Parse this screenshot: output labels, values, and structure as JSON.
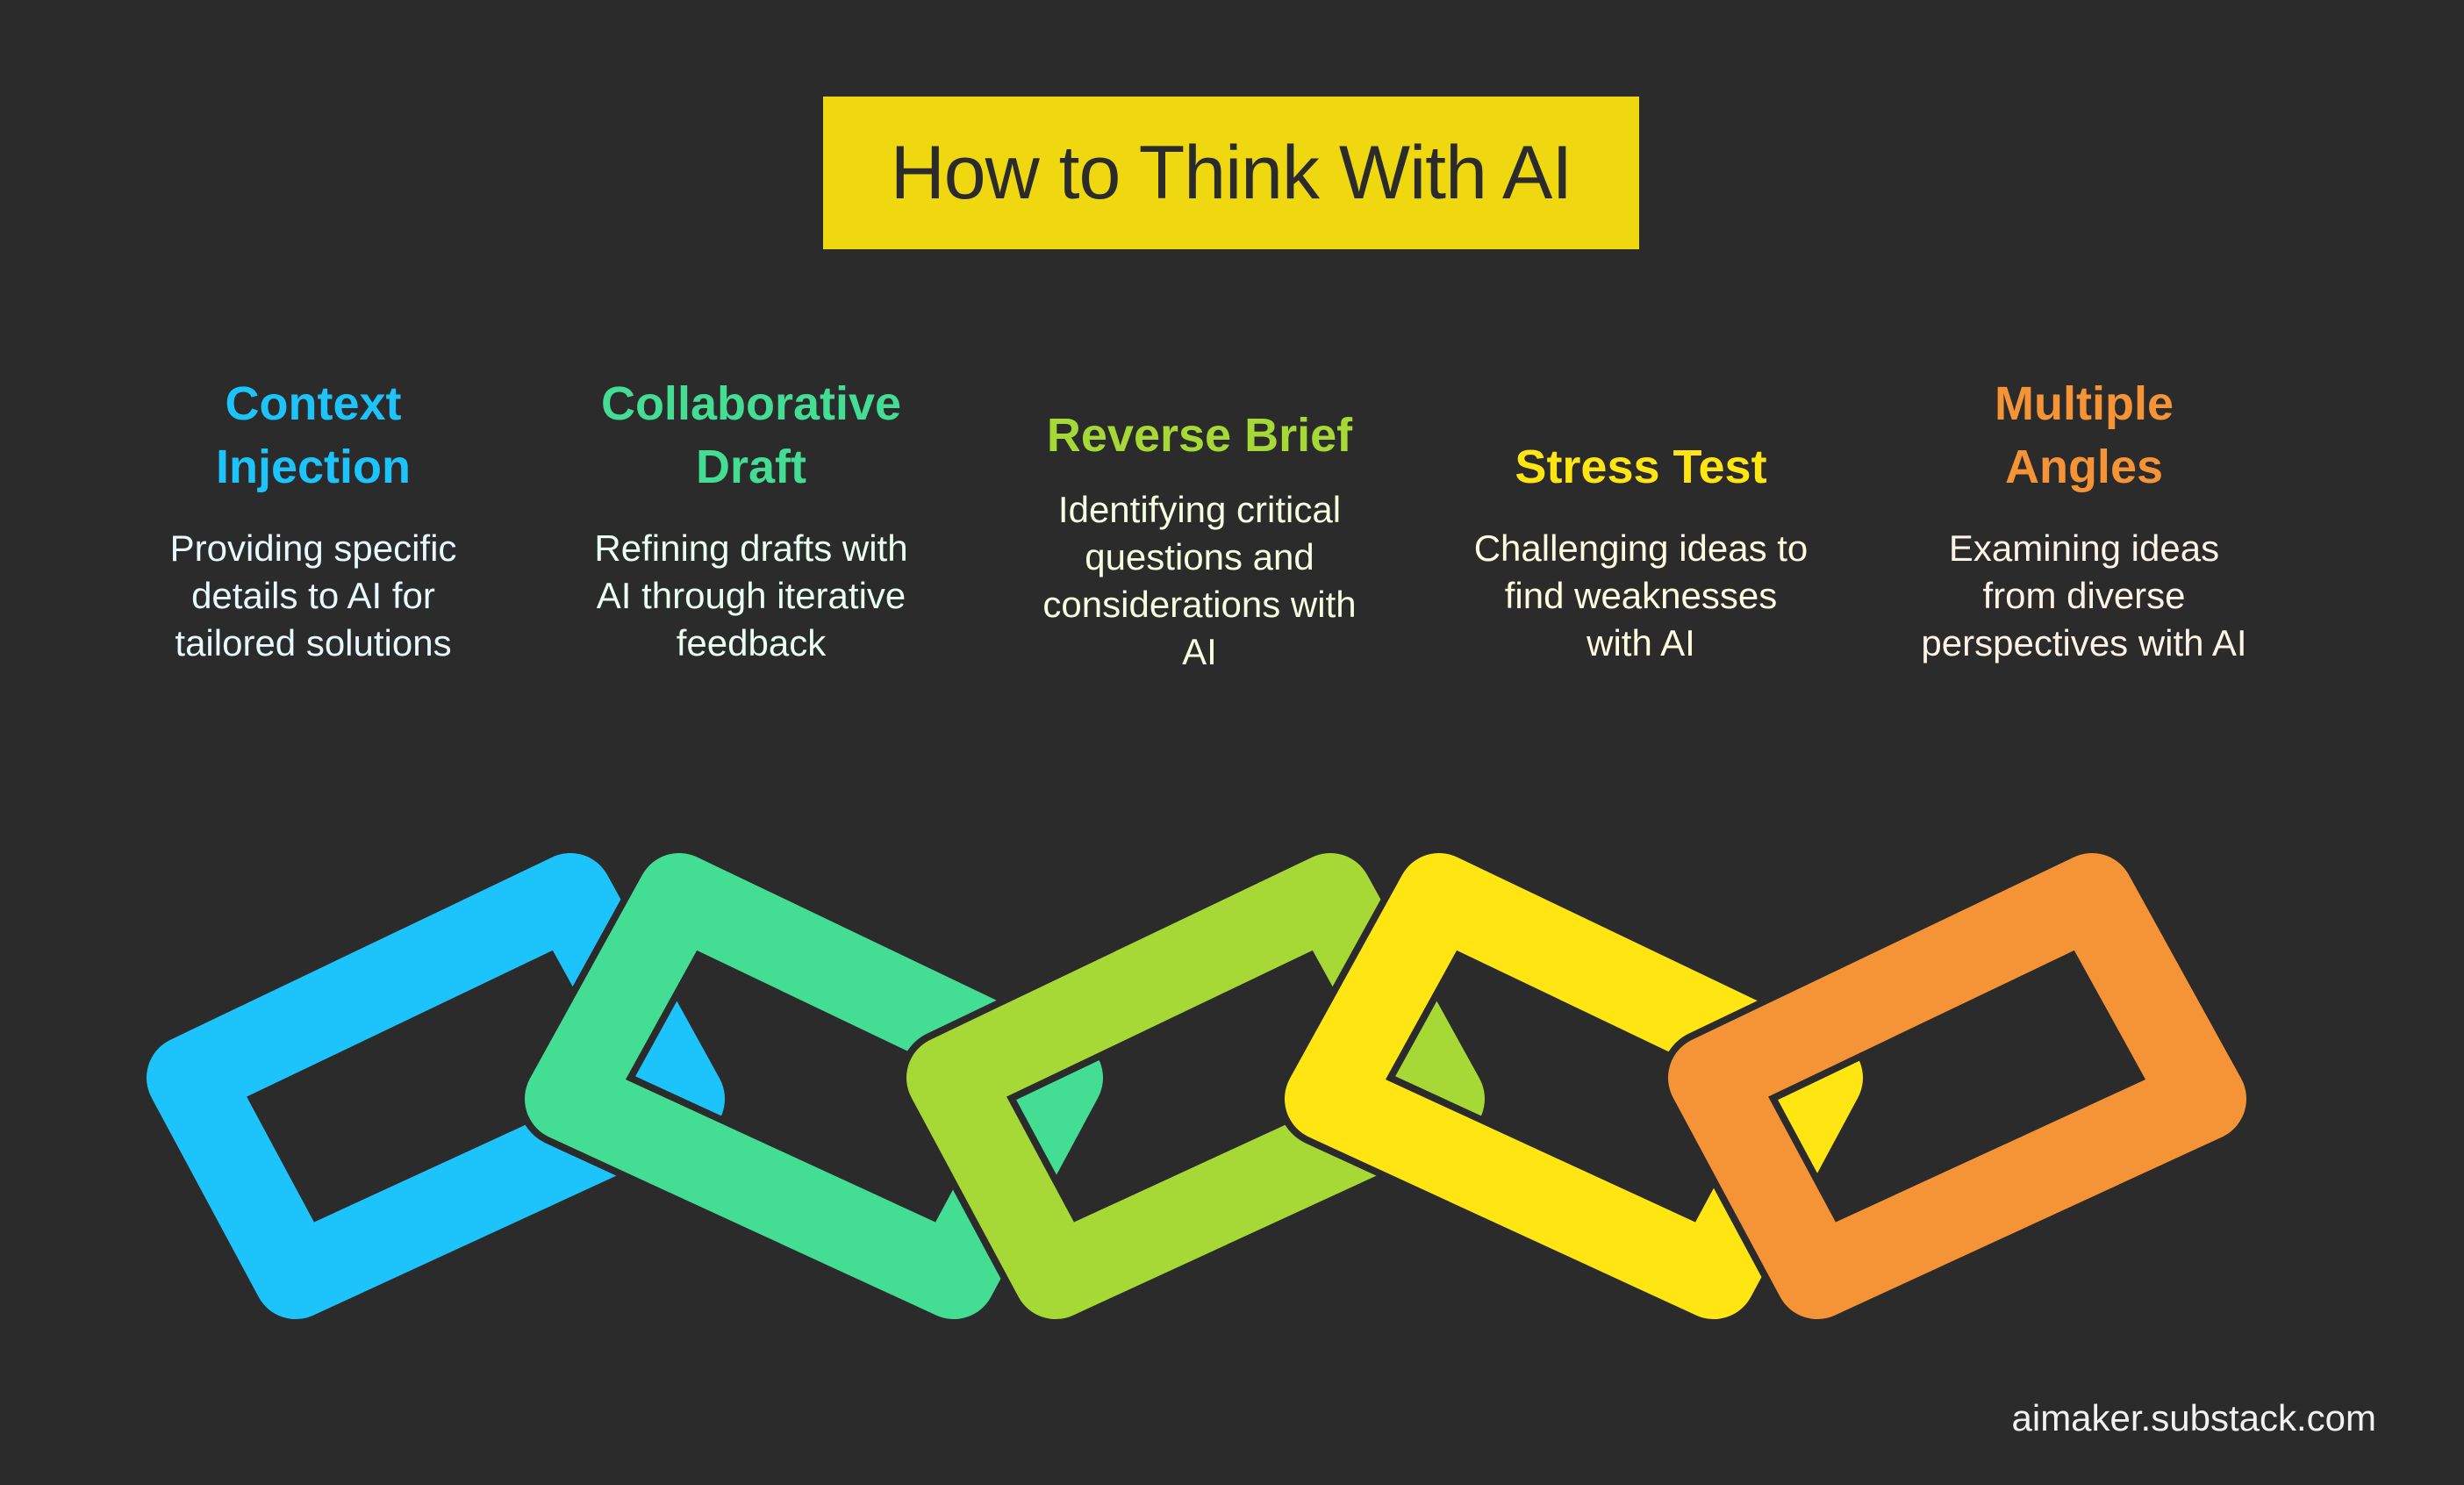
{
  "title": "How to Think With AI",
  "footer": "aimaker.substack.com",
  "colors": {
    "background": "#2b2b2b",
    "title_bg": "#efd80f",
    "title_text": "#2b2b2b"
  },
  "steps": [
    {
      "title_line1": "Context",
      "title_line2": "Injection",
      "desc_lines": [
        "Providing specific",
        "details to AI for",
        "tailored solutions"
      ],
      "color": "#1dc4fc",
      "desc_color": "#e8f8ff"
    },
    {
      "title_line1": "Collaborative",
      "title_line2": "Draft",
      "desc_lines": [
        "Refining drafts with",
        "AI through iterative",
        "feedback"
      ],
      "color": "#43dd94",
      "desc_color": "#e8fff2"
    },
    {
      "title_line1": "Reverse Brief",
      "title_line2": "",
      "desc_lines": [
        "Identifying critical",
        "questions and",
        "considerations with",
        "AI"
      ],
      "color": "#a6d936",
      "desc_color": "#f5ffe0"
    },
    {
      "title_line1": "Stress Test",
      "title_line2": "",
      "desc_lines": [
        "Challenging ideas to",
        "find weaknesses",
        "with AI"
      ],
      "color": "#ffe612",
      "desc_color": "#fffde0"
    },
    {
      "title_line1": "Multiple",
      "title_line2": "Angles",
      "desc_lines": [
        "Examining ideas",
        "from diverse",
        "perspectives with AI"
      ],
      "color": "#f59436",
      "desc_color": "#fff3e6"
    }
  ]
}
